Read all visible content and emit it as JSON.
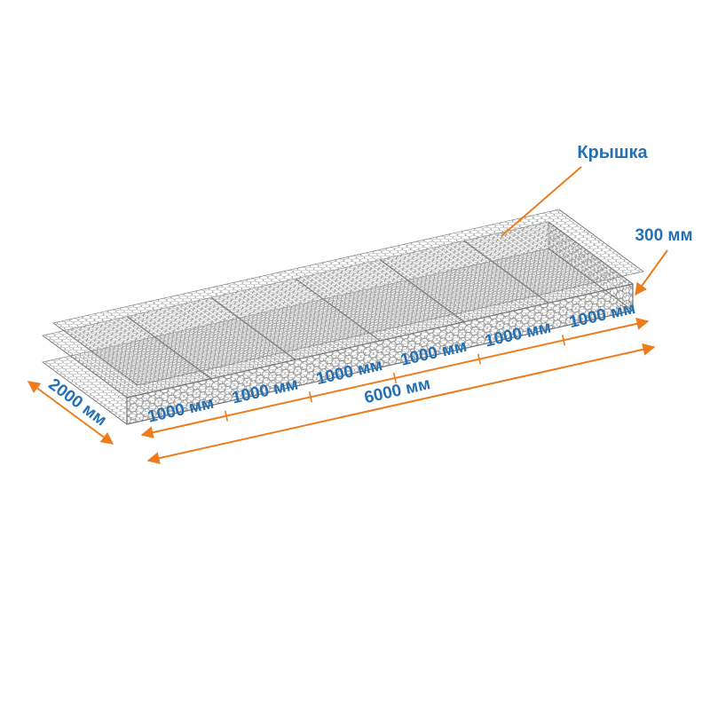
{
  "diagram": {
    "title_hint": "gabion-mattress-with-lid",
    "part_label": "Крышка",
    "height_label": "300 мм",
    "width_label": "2000 мм",
    "total_length_label": "6000 мм",
    "segment_labels": [
      "1000 мм",
      "1000 мм",
      "1000 мм",
      "1000 мм",
      "1000 мм",
      "1000 мм"
    ],
    "colors": {
      "label_blue": "#2470B3",
      "dimension_orange": "#EC7C1C",
      "mesh_gray": "#8E8E8E"
    }
  }
}
